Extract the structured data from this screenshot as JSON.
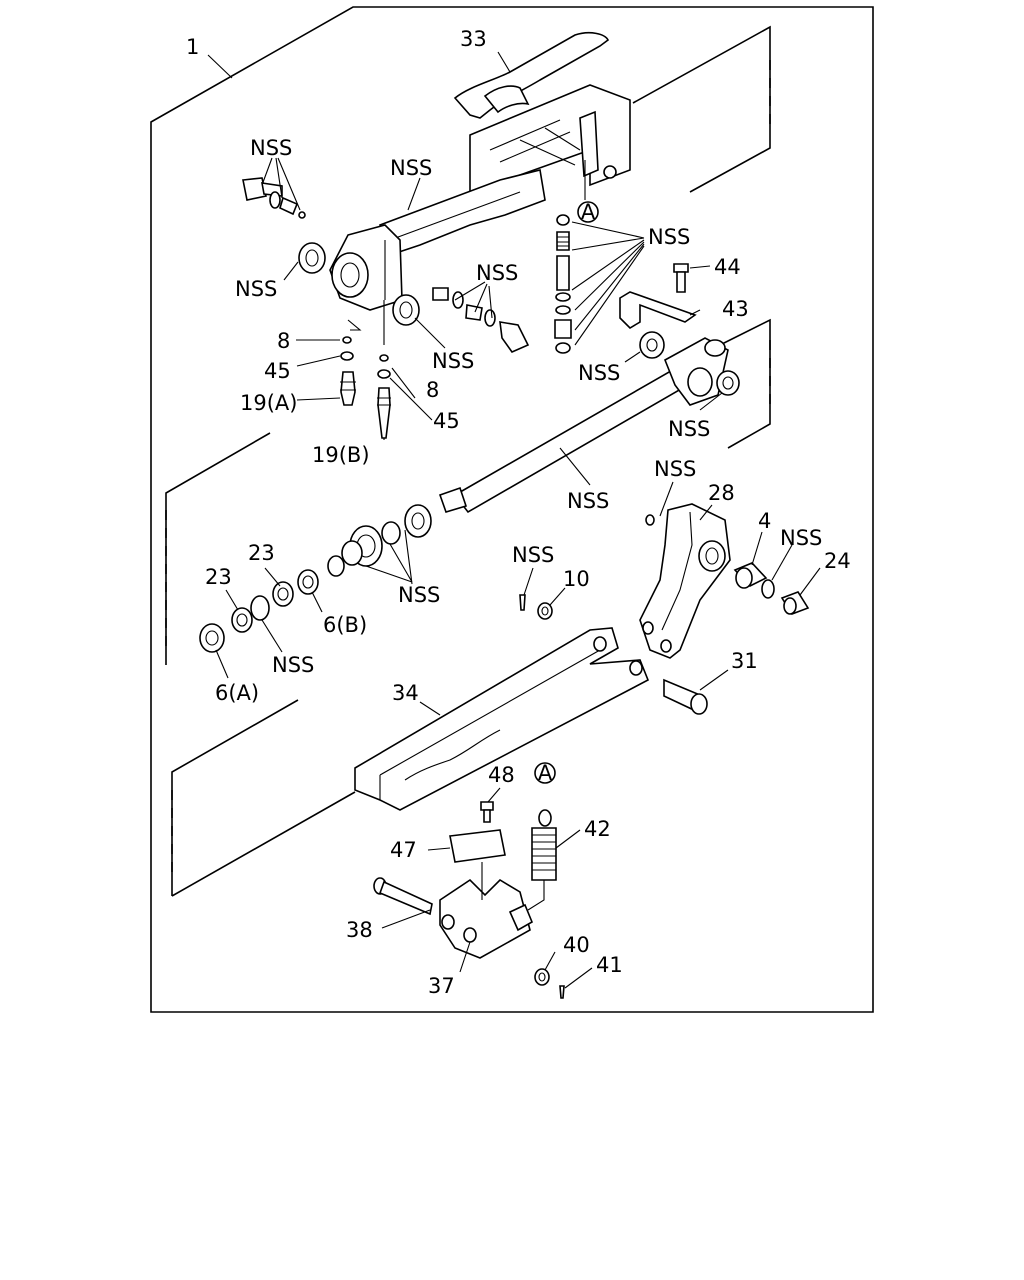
{
  "labels": {
    "assembly": "1",
    "p33": "33",
    "nss": "NSS",
    "p44": "44",
    "p43": "43",
    "p8": "8",
    "p45": "45",
    "p19a": "19(A)",
    "p19b": "19(B)",
    "p28": "28",
    "p4": "4",
    "p24": "24",
    "p23": "23",
    "p10": "10",
    "p6b": "6(B)",
    "p6a": "6(A)",
    "p31": "31",
    "p34": "34",
    "p48": "48",
    "p42": "42",
    "p47": "47",
    "p38": "38",
    "p40": "40",
    "p41": "41",
    "p37": "37",
    "ref_a": "A"
  }
}
